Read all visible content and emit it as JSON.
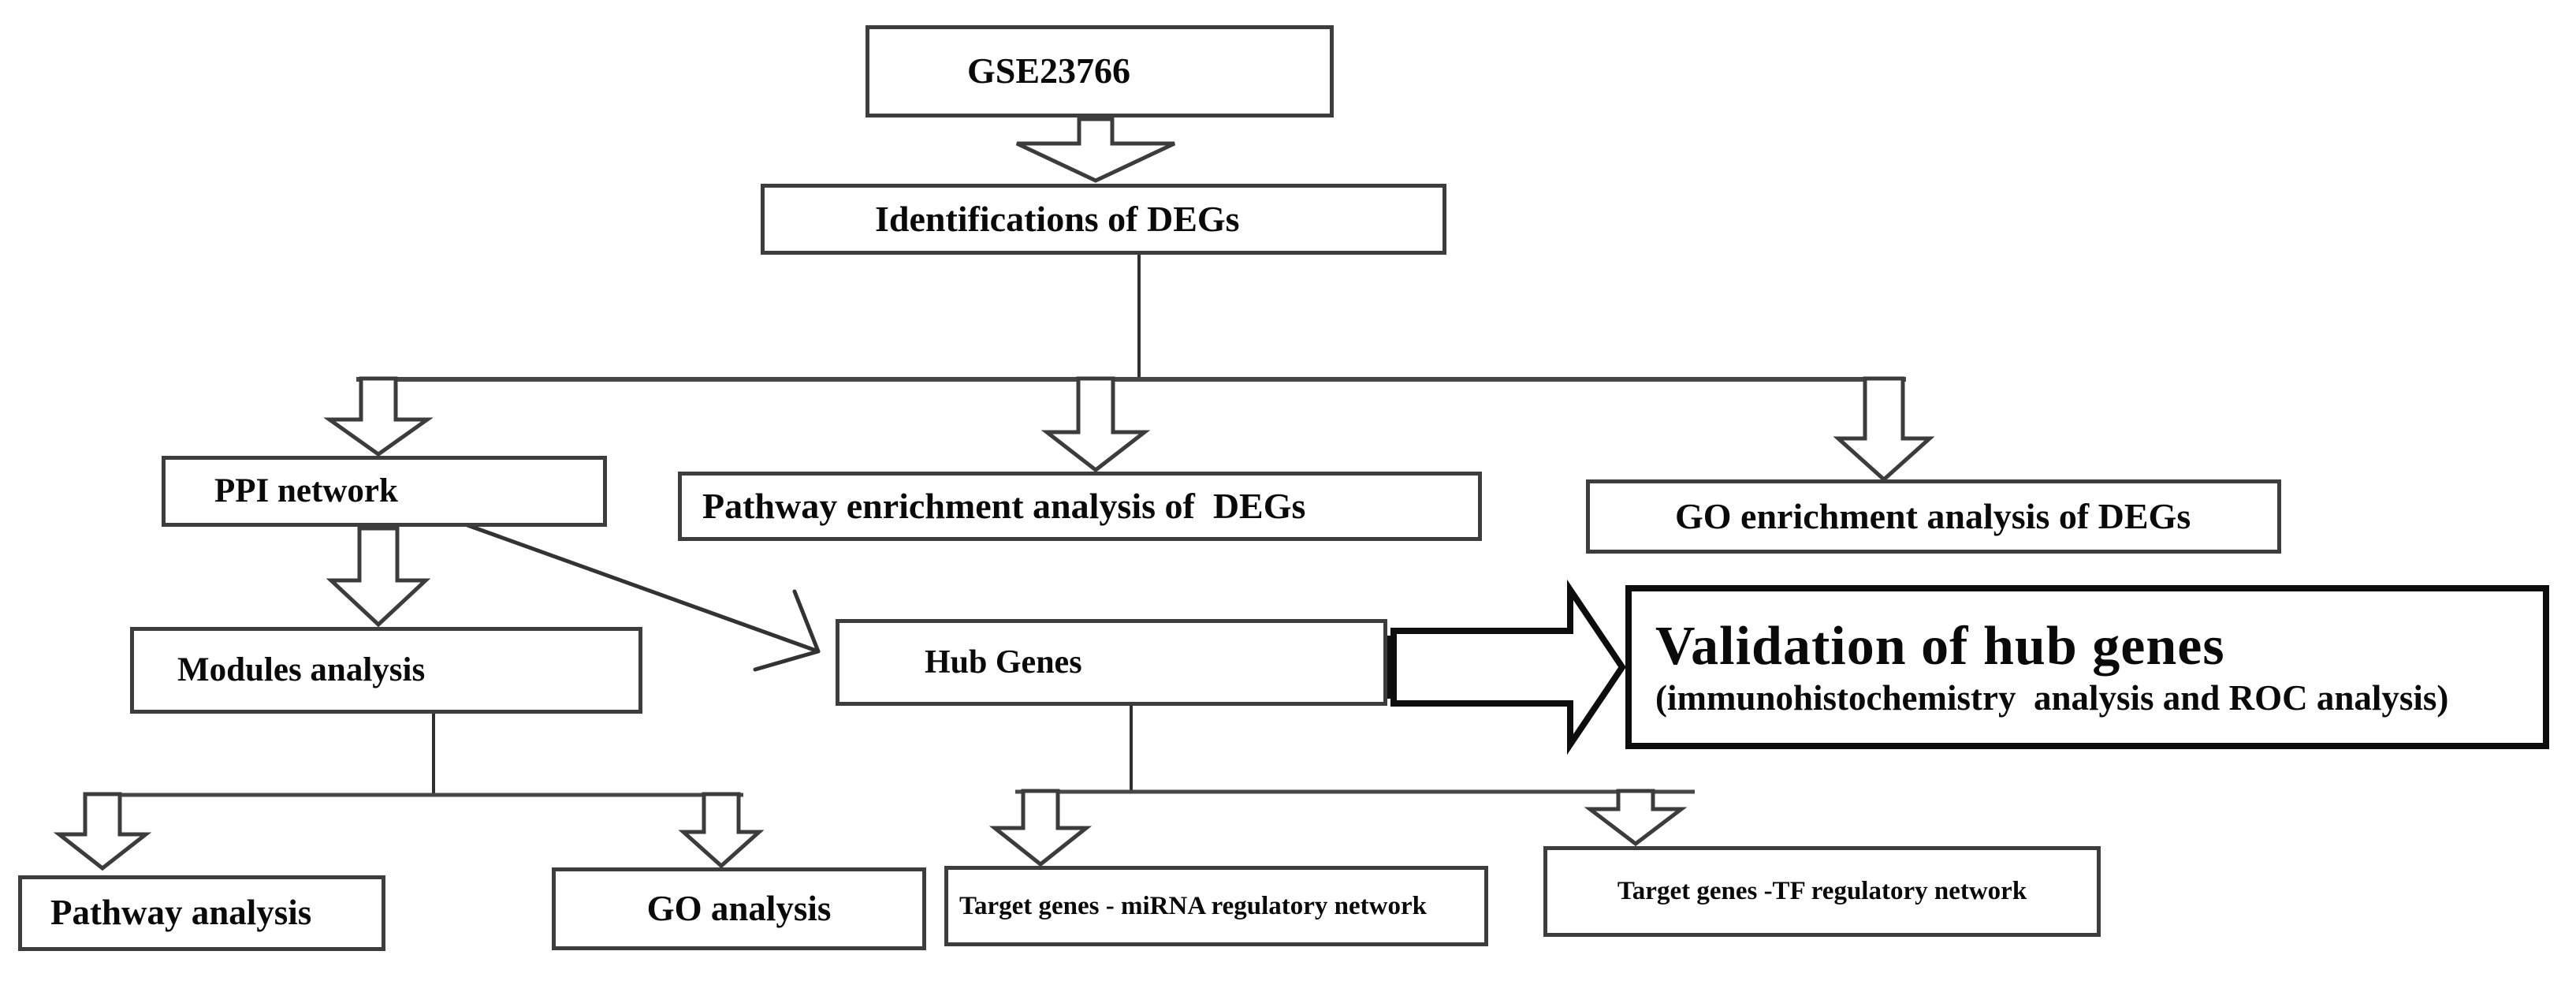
{
  "figure": {
    "type": "flowchart",
    "description": "Study workflow diagram for bioinformatics analysis of GSE23766 dataset"
  },
  "nodes": {
    "gse": {
      "label": "GSE23766"
    },
    "identifications": {
      "label": "Identifications of DEGs"
    },
    "ppi": {
      "label": "PPI network"
    },
    "pathway_enrichment": {
      "label": "Pathway enrichment analysis of  DEGs"
    },
    "go_enrichment": {
      "label": "GO enrichment analysis of DEGs"
    },
    "modules": {
      "label": "Modules analysis"
    },
    "hub_genes": {
      "label": "Hub Genes"
    },
    "validation": {
      "title": "Validation of hub genes",
      "subtitle": "(immunohistochemistry  analysis and ROC analysis)"
    },
    "pathway_analysis": {
      "label": "Pathway analysis"
    },
    "go_analysis": {
      "label": "GO analysis"
    },
    "target_mirna": {
      "label": "Target genes - miRNA regulatory network"
    },
    "target_tf": {
      "label": "Target genes -TF regulatory network"
    }
  },
  "edges": [
    {
      "from": "gse",
      "to": "identifications",
      "style": "hollow-block-arrow-down"
    },
    {
      "from": "identifications",
      "to": "ppi",
      "style": "branch-hollow-arrow-down"
    },
    {
      "from": "identifications",
      "to": "pathway_enrichment",
      "style": "branch-hollow-arrow-down"
    },
    {
      "from": "identifications",
      "to": "go_enrichment",
      "style": "branch-hollow-arrow-down"
    },
    {
      "from": "ppi",
      "to": "modules",
      "style": "hollow-block-arrow-down"
    },
    {
      "from": "ppi",
      "to": "hub_genes",
      "style": "thin-diagonal-open-arrow"
    },
    {
      "from": "hub_genes",
      "to": "validation",
      "style": "large-hollow-block-arrow-right"
    },
    {
      "from": "modules",
      "to": "pathway_analysis",
      "style": "branch-hollow-arrow-down"
    },
    {
      "from": "modules",
      "to": "go_analysis",
      "style": "branch-hollow-arrow-down"
    },
    {
      "from": "hub_genes",
      "to": "target_mirna",
      "style": "branch-hollow-arrow-down"
    },
    {
      "from": "hub_genes",
      "to": "target_tf",
      "style": "branch-hollow-arrow-down"
    }
  ],
  "colors": {
    "background": "#ffffff",
    "line": "#3a3a3a",
    "box_border": "#3d3d3d",
    "emphasis_border": "#0d0d0d",
    "text": "#0a0a0a"
  }
}
